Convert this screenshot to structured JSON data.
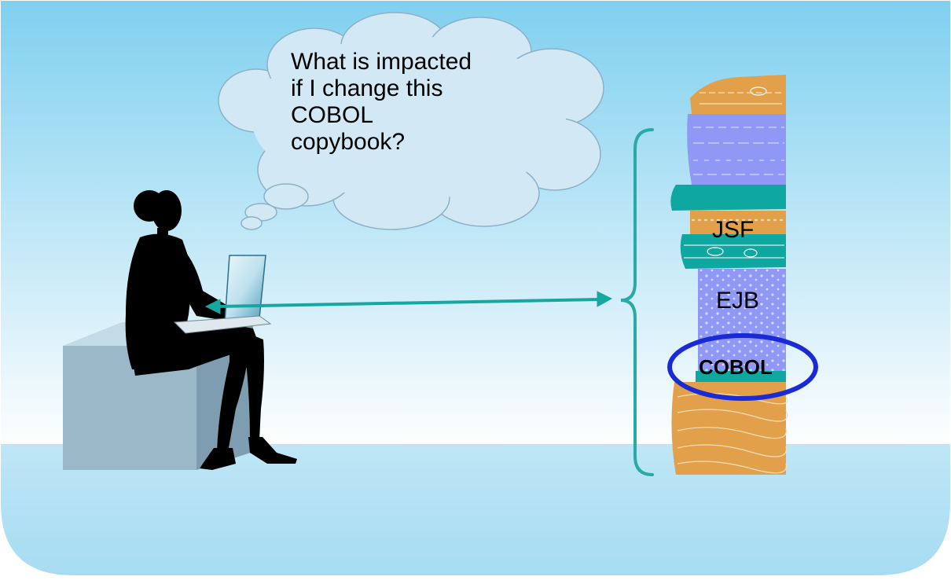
{
  "thought_bubble": {
    "lines": [
      "What is impacted",
      "if I change this",
      "COBOL",
      "copybook?"
    ]
  },
  "stack_layers": {
    "jsf": "JSF",
    "ejb": "EJB",
    "cobol": "COBOL"
  },
  "colors": {
    "sky_top": "#7fd0ef",
    "sky_bottom": "#ffffff",
    "floor": "#bfe6f6",
    "teal": "#16a8a0",
    "highlight_ring": "#1a2bd6",
    "layer_purple": "#8f98f5",
    "layer_tan": "#e3a04a",
    "layer_teal": "#0fa8a0"
  }
}
